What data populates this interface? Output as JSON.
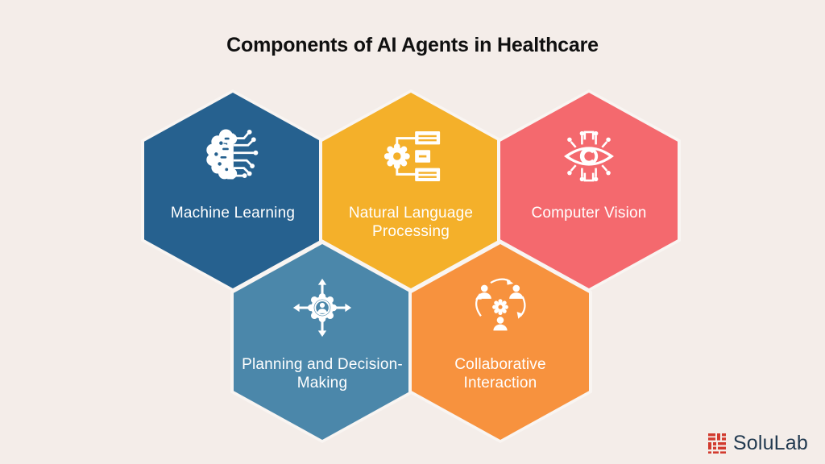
{
  "title": "Components of AI Agents in Healthcare",
  "background_color": "#F4EDE9",
  "gap_color": "#F9F5F2",
  "text_color_on_hex": "#FFFFFF",
  "hexagons": [
    {
      "id": "machine-learning",
      "label": "Machine Learning",
      "color": "#26618F",
      "icon": "brain-circuit-icon",
      "row": 1
    },
    {
      "id": "natural-language-processing",
      "label": "Natural Language Processing",
      "color": "#F4B02A",
      "icon": "gear-flowchart-icon",
      "row": 1
    },
    {
      "id": "computer-vision",
      "label": "Computer Vision",
      "color": "#F4696E",
      "icon": "circuit-eye-icon",
      "row": 1
    },
    {
      "id": "planning-decision-making",
      "label": "Planning and Decision-Making",
      "color": "#4B87AA",
      "icon": "gear-person-arrows-icon",
      "row": 2
    },
    {
      "id": "collaborative-interaction",
      "label": "Collaborative Interaction",
      "color": "#F7923E",
      "icon": "people-gear-cycle-icon",
      "row": 2
    }
  ],
  "logo": {
    "text": "SoluLab",
    "icon": "solulab-stamp-icon",
    "icon_color": "#D23B2F",
    "text_color": "#223A50"
  }
}
